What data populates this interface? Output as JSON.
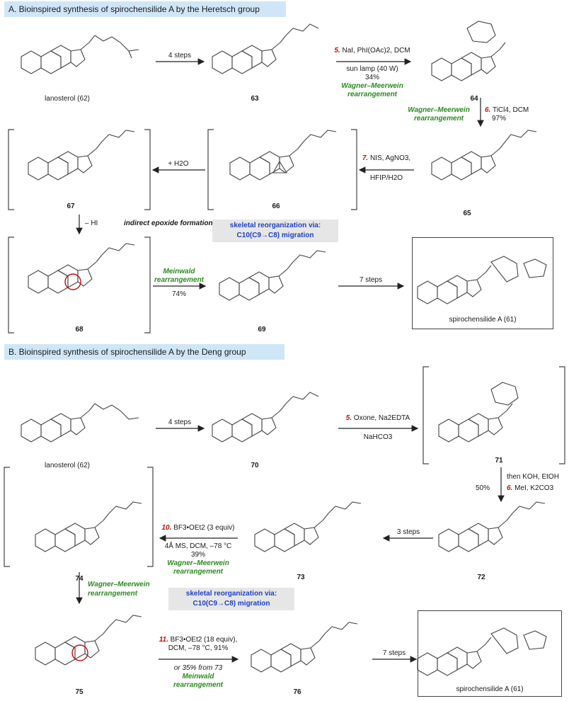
{
  "sectionA": {
    "title": "A. Bioinspired synthesis of spirochensilide A by the Heretsch group",
    "step_62_63": "4 steps",
    "step5_num": "5.",
    "step5_reagents": "NaI, PhI(OAc)2, DCM",
    "step5_light": "sun lamp (40 W)",
    "step5_yield": "34%",
    "step5_name_1": "Wagner–Meerwein",
    "step5_name_2": "rearrangement",
    "step6_label_1": "Wagner–Meerwein",
    "step6_label_2": "rearrangement",
    "step6_num": "6.",
    "step6_reagents": "TiCl4, DCM",
    "step6_yield": "97%",
    "step7_num": "7.",
    "step7_reagents": "NIS, AgNO3,",
    "step7_solvent": "HFIP/H2O",
    "water": "+ H2O",
    "minus_hi": "– HI",
    "indirect": "indirect epoxide formation",
    "reorg_1": "skeletal reorganization via:",
    "reorg_2": "C10(C9→C8) migration",
    "meinwald_1": "Meinwald",
    "meinwald_2": "rearrangement",
    "meinwald_yield": "74%",
    "step_69_61": "7 steps",
    "compounds": {
      "c62": "lanosterol (62)",
      "c63": "63",
      "c64": "64",
      "c65": "65",
      "c66": "66",
      "c67": "67",
      "c68": "68",
      "c69": "69",
      "c61": "spirochensilide A (61)"
    }
  },
  "sectionB": {
    "title": "B. Bioinspired synthesis of spirochensilide A by the Deng group",
    "step_62_70": "4 steps",
    "step5_num": "5.",
    "step5_reagents": "Oxone, Na2EDTA",
    "step5_base": "NaHCO3",
    "then": "then KOH, EtOH",
    "step6_yield": "50%",
    "step6_num": "6.",
    "step6_reagents": "MeI, K2CO3",
    "step_72_73": "3 steps",
    "step10_num": "10.",
    "step10_reagents": "BF3•OEt2 (3 equiv)",
    "step10_cond": "4Å MS, DCM, –78 °C",
    "step10_yield": "39%",
    "step10_name_1": "Wagner–Meerwein",
    "step10_name_2": "rearrangement",
    "down_label_1": "Wagner–Meerwein",
    "down_label_2": "rearrangement",
    "reorg_1": "skeletal reorganization via:",
    "reorg_2": "C10(C9→C8) migration",
    "step11_num": "11.",
    "step11_reagents": "BF3•OEt2 (18 equiv),",
    "step11_cond": "DCM, –78 °C, 91%",
    "step11_alt": "or 35% from 73",
    "step11_name_1": "Meinwald",
    "step11_name_2": "rearrangement",
    "step_76_61": "7 steps",
    "compounds": {
      "c62": "lanosterol (62)",
      "c70": "70",
      "c71": "71",
      "c72": "72",
      "c73": "73",
      "c74": "74",
      "c75": "75",
      "c76": "76",
      "c61": "spirochensilide A (61)"
    }
  }
}
